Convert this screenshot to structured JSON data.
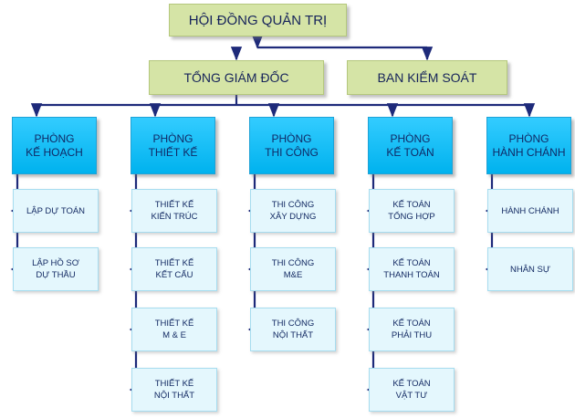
{
  "board": "HỘI ĐỒNG QUẢN TRỊ",
  "ceo": "TỔNG GIÁM ĐỐC",
  "supervisory": "BAN KIỂM SOÁT",
  "colors": {
    "line": "#1e2a7a",
    "dept": "#00b2ee",
    "top": "#d5e4a6",
    "sub": "#e4f7fd"
  },
  "departments": [
    {
      "name": "PHÒNG\nKẾ HOẠCH",
      "units": [
        "LẬP DỰ TOÁN",
        "LẬP HỒ SƠ\nDỰ THẦU"
      ]
    },
    {
      "name": "PHÒNG\nTHIẾT KẾ",
      "units": [
        "THIẾT KẾ\nKIẾN TRÚC",
        "THIẾT KẾ\nKẾT CẤU",
        "THIẾT KẾ\nM & E",
        "THIẾT KẾ\nNỘI THẤT"
      ]
    },
    {
      "name": "PHÒNG\nTHI CÔNG",
      "units": [
        "THI CÔNG\nXÂY DỰNG",
        "THI CÔNG\nM&E",
        "THI CÔNG\nNỘI THẤT"
      ]
    },
    {
      "name": "PHÒNG\nKẾ TOÁN",
      "units": [
        "KẾ TOÁN\nTỔNG HỢP",
        "KẾ TOÁN\nTHANH TOÁN",
        "KẾ TOÁN\nPHẢI THU",
        "KẾ TOÁN\nVẬT TƯ"
      ]
    },
    {
      "name": "PHÒNG\nHÀNH CHÁNH",
      "units": [
        "HÀNH CHÁNH",
        "NHÂN SỰ"
      ]
    }
  ]
}
